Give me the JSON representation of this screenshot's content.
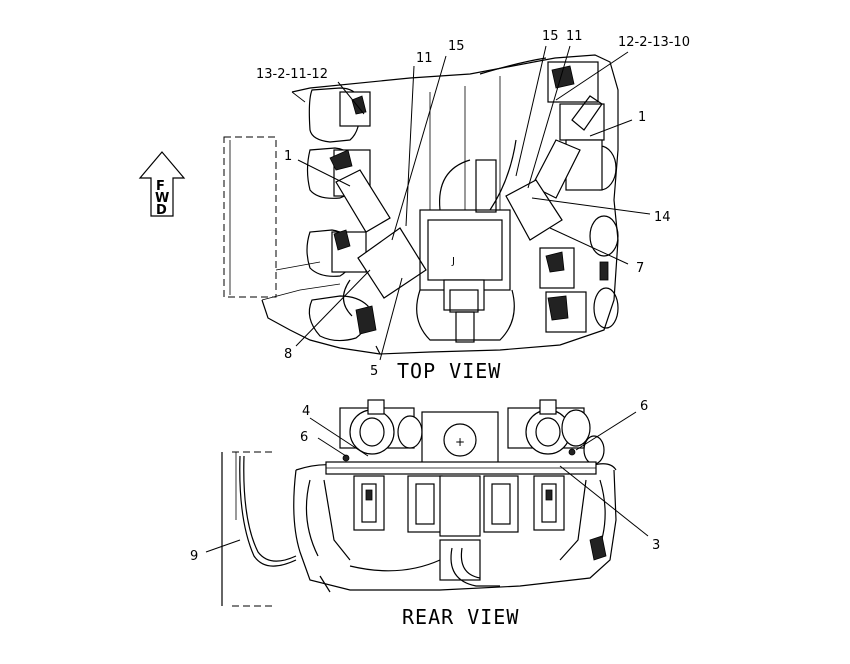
{
  "views": {
    "top": "TOP VIEW",
    "rear": "REAR VIEW"
  },
  "fwd_arrow": {
    "letters": [
      "F",
      "W",
      "D"
    ]
  },
  "callouts_top": {
    "c_13_2_11_12": "13-2-11-12",
    "c_11_left": "11",
    "c_15_left": "15",
    "c_15_right": "15",
    "c_11_right": "11",
    "c_12_2_13_10": "12-2-13-10",
    "c_1_left": "1",
    "c_1_right": "1",
    "c_14": "14",
    "c_7": "7",
    "c_8": "8",
    "c_5": "5"
  },
  "callouts_rear": {
    "c_4": "4",
    "c_6_left": "6",
    "c_6_right": "6",
    "c_3": "3",
    "c_9": "9"
  }
}
